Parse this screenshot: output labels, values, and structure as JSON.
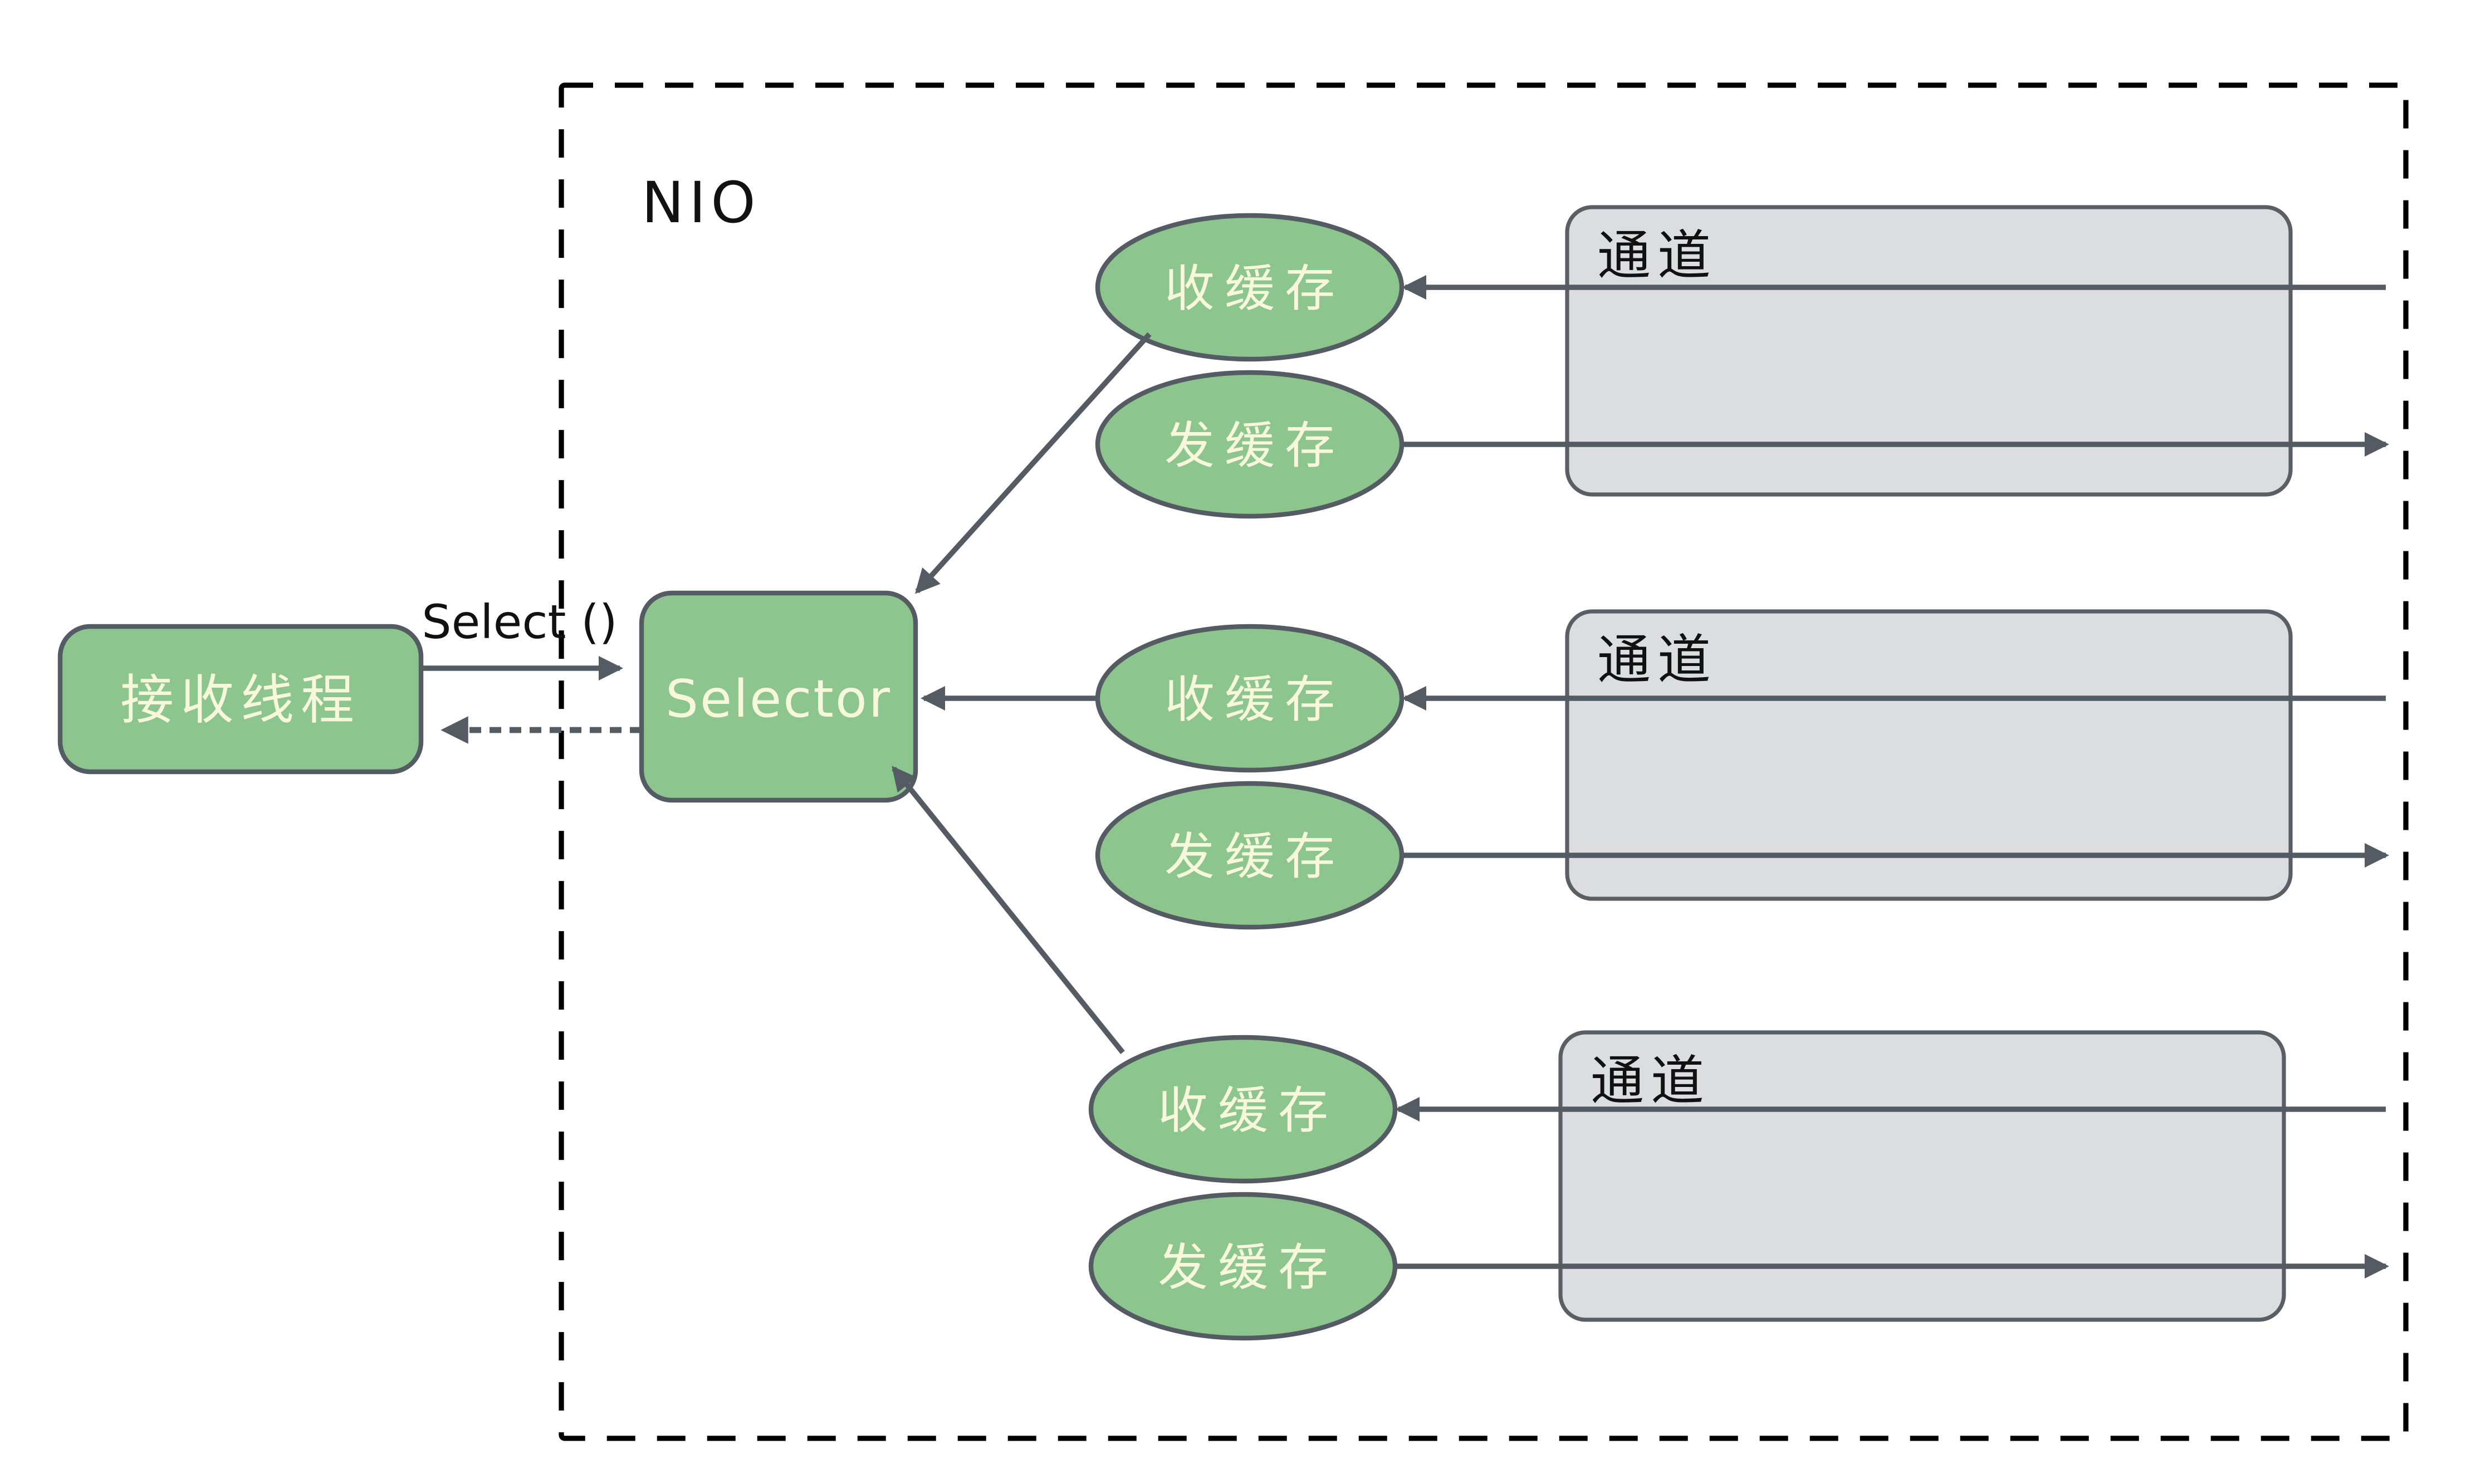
{
  "frame": {
    "label": "NIO"
  },
  "receiver": {
    "label": "接收线程"
  },
  "select_call": {
    "label": "Select ()"
  },
  "selector": {
    "label": "Selector"
  },
  "groups": [
    {
      "receive_buffer": "收缓存",
      "send_buffer": "发缓存",
      "channel": "通道"
    },
    {
      "receive_buffer": "收缓存",
      "send_buffer": "发缓存",
      "channel": "通道"
    },
    {
      "receive_buffer": "收缓存",
      "send_buffer": "发缓存",
      "channel": "通道"
    }
  ],
  "colors": {
    "background": "#ffffff",
    "node_fill": "#8dc58e",
    "node_stroke": "#555b62",
    "node_text": "#f7f7db",
    "channel_fill": "#dbdde0",
    "channel_stroke": "#5a5f66",
    "line": "#555b62",
    "frame_dash": "#000000",
    "label_text": "#111111"
  }
}
